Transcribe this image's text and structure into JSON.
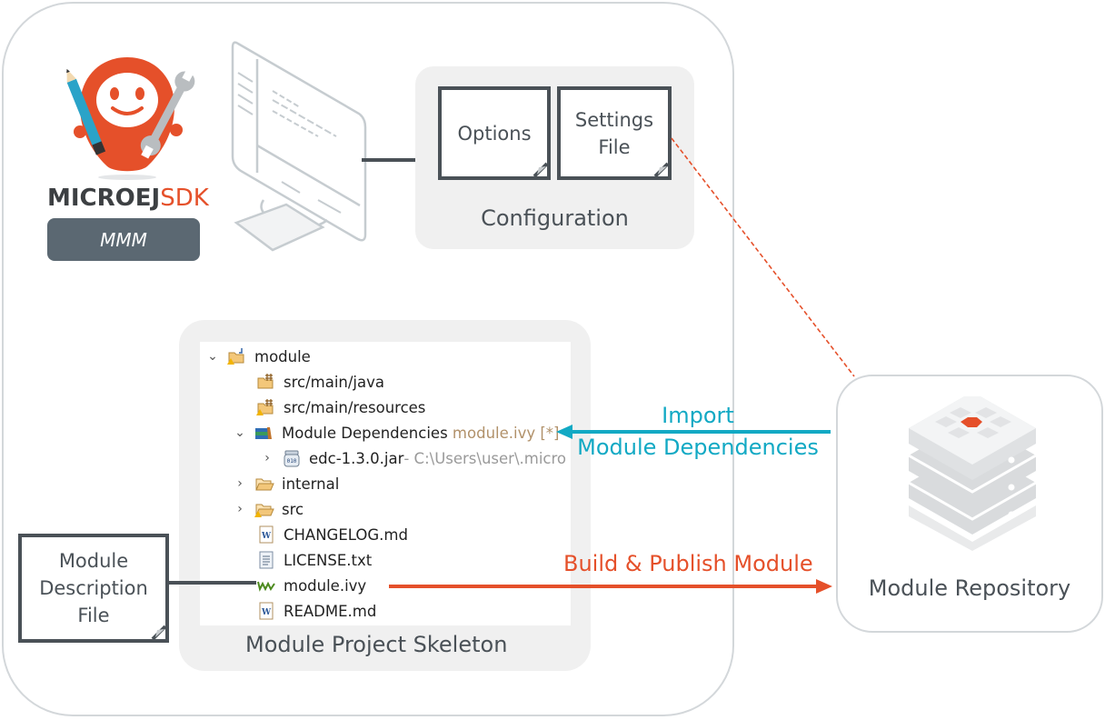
{
  "brand": {
    "name": "MICROEJ",
    "suffix": "SDK",
    "tool_badge": "MMM",
    "accent_color": "#e5502a"
  },
  "configuration": {
    "title": "Configuration",
    "docs": [
      {
        "label_line1": "Options",
        "label_line2": ""
      },
      {
        "label_line1": "Settings",
        "label_line2": "File"
      }
    ]
  },
  "skeleton": {
    "title": "Module Project Skeleton",
    "tree": [
      {
        "chevron": "⌄",
        "icon": "project-folder-icon",
        "label": "module",
        "suffix": "",
        "hint": ""
      },
      {
        "chevron": "",
        "icon": "package-folder-icon",
        "label": "src/main/java",
        "suffix": "",
        "hint": ""
      },
      {
        "chevron": "",
        "icon": "package-folder-icon",
        "label": "src/main/resources",
        "suffix": "",
        "hint": ""
      },
      {
        "chevron": "⌄",
        "icon": "library-icon",
        "label": "Module Dependencies",
        "suffix": "module.ivy [*]",
        "hint": ""
      },
      {
        "chevron": "›",
        "icon": "jar-icon",
        "label": "edc-1.3.0.jar",
        "suffix": "",
        "hint": " - C:\\Users\\user\\.micro"
      },
      {
        "chevron": "›",
        "icon": "folder-icon",
        "label": "internal",
        "suffix": "",
        "hint": ""
      },
      {
        "chevron": "›",
        "icon": "folder-icon",
        "label": "src",
        "suffix": "",
        "hint": ""
      },
      {
        "chevron": "",
        "icon": "word-doc-icon",
        "label": "CHANGELOG.md",
        "suffix": "",
        "hint": ""
      },
      {
        "chevron": "",
        "icon": "text-file-icon",
        "label": "LICENSE.txt",
        "suffix": "",
        "hint": ""
      },
      {
        "chevron": "",
        "icon": "ivy-icon",
        "label": "module.ivy",
        "suffix": "",
        "hint": ""
      },
      {
        "chevron": "",
        "icon": "word-doc-icon",
        "label": "README.md",
        "suffix": "",
        "hint": ""
      }
    ]
  },
  "description_file": {
    "line1": "Module",
    "line2": "Description",
    "line3": "File"
  },
  "flows": {
    "import_line1": "Import",
    "import_line2": "Module Dependencies",
    "import_color": "#12a9c4",
    "publish": "Build & Publish Module",
    "publish_color": "#e5502a"
  },
  "repository": {
    "title": "Module Repository"
  }
}
